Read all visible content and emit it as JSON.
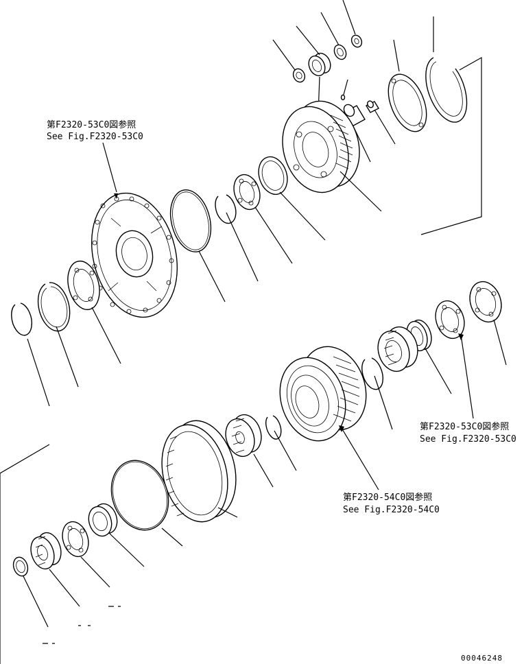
{
  "callouts": [
    {
      "jp": "第F2320-53C0図参照",
      "en": "See Fig.F2320-53C0"
    },
    {
      "jp": "第F2320-53C0図参照",
      "en": "See Fig.F2320-53C0"
    },
    {
      "jp": "第F2320-54C0図参照",
      "en": "See Fig.F2320-54C0"
    }
  ],
  "drawing_number": "00046248"
}
